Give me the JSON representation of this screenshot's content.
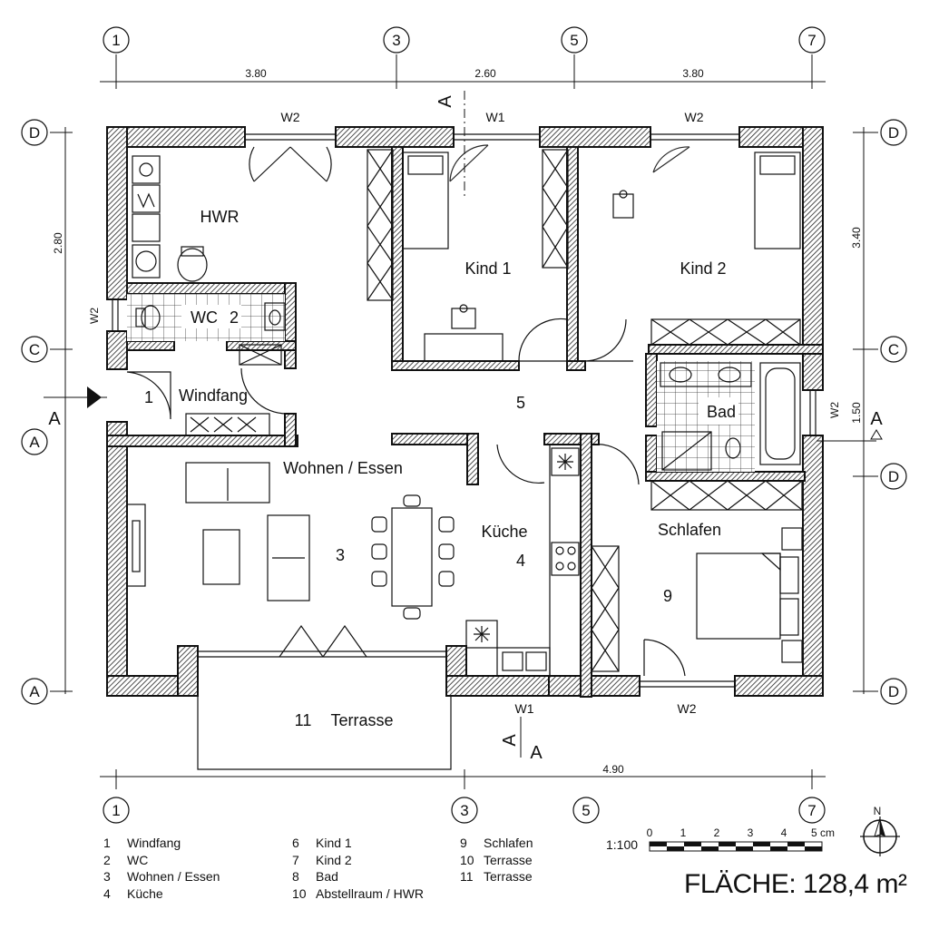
{
  "grid_axes": {
    "numbers": [
      "1",
      "3",
      "5",
      "7"
    ],
    "letters": [
      "A",
      "C",
      "D"
    ]
  },
  "dimensions": {
    "top": [
      "3.80",
      "2.60",
      "3.80"
    ],
    "bottom": "4.90",
    "left": "2.80",
    "right_upper": "3.40",
    "right_lower": "1.50"
  },
  "windows": {
    "w1": "W1",
    "w2": "W2"
  },
  "section_marker": "A",
  "rooms": {
    "hwr": "HWR",
    "wc": "WC",
    "wc_num": "2",
    "windfang_num": "1",
    "windfang": "Windfang",
    "kind1": "Kind 1",
    "kind2": "Kind 2",
    "flur_num": "5",
    "bad": "Bad",
    "wohnen": "Wohnen / Essen",
    "wohnen_num": "3",
    "kueche": "Küche",
    "kueche_num": "4",
    "schlafen": "Schlafen",
    "schlafen_num": "9",
    "terrasse_num": "11",
    "terrasse": "Terrasse"
  },
  "legend": {
    "col1": [
      {
        "n": "1",
        "label": "Windfang"
      },
      {
        "n": "2",
        "label": "WC"
      },
      {
        "n": "3",
        "label": "Wohnen / Essen"
      },
      {
        "n": "4",
        "label": "Küche"
      }
    ],
    "col2": [
      {
        "n": "6",
        "label": "Kind 1"
      },
      {
        "n": "7",
        "label": "Kind 2"
      },
      {
        "n": "8",
        "label": "Bad"
      },
      {
        "n": "10",
        "label": "Abstellraum / HWR"
      }
    ],
    "col3": [
      {
        "n": "9",
        "label": "Schlafen"
      },
      {
        "n": "10",
        "label": "Terrasse"
      },
      {
        "n": "11",
        "label": "Terrasse"
      }
    ]
  },
  "scale": {
    "ratio": "1:100",
    "ticks": [
      "0",
      "1",
      "2",
      "3",
      "4",
      "5 cm"
    ]
  },
  "north": "N",
  "area_label": "FLÄCHE: 128,4 m²"
}
